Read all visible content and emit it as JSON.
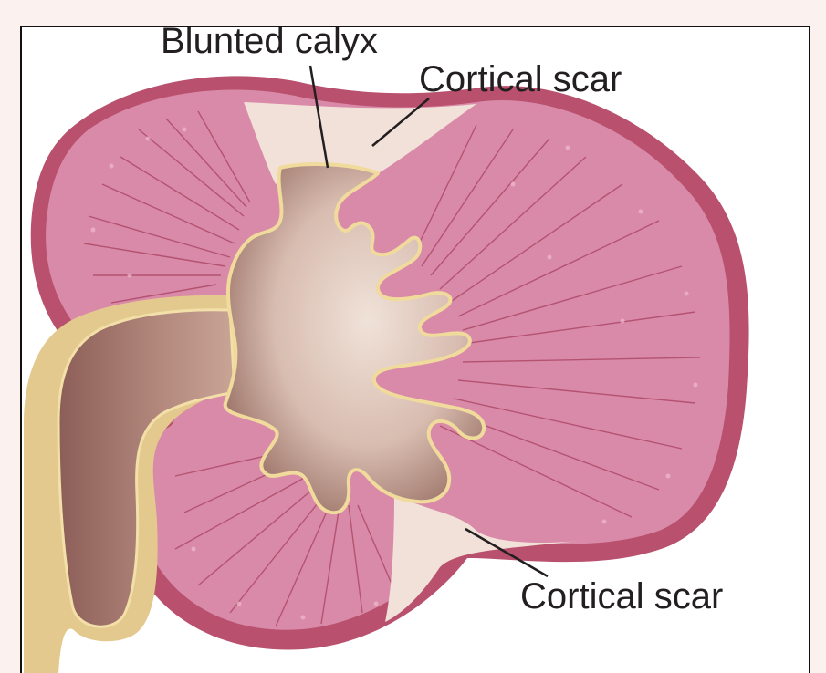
{
  "labels": {
    "blunted_calyx": "Blunted calyx",
    "cortical_scar_top": "Cortical scar",
    "cortical_scar_bottom": "Cortical scar"
  },
  "colors": {
    "page_background": "#fbf1ee",
    "capsule": "#b8506e",
    "parenchyma": "#d98aa8",
    "scar": "#f2e1d8",
    "pelvis": "#a77f74",
    "ureter_wall": "#e4c98f",
    "calyx_outline": "#f0da9c",
    "streak": "#a8405f"
  }
}
